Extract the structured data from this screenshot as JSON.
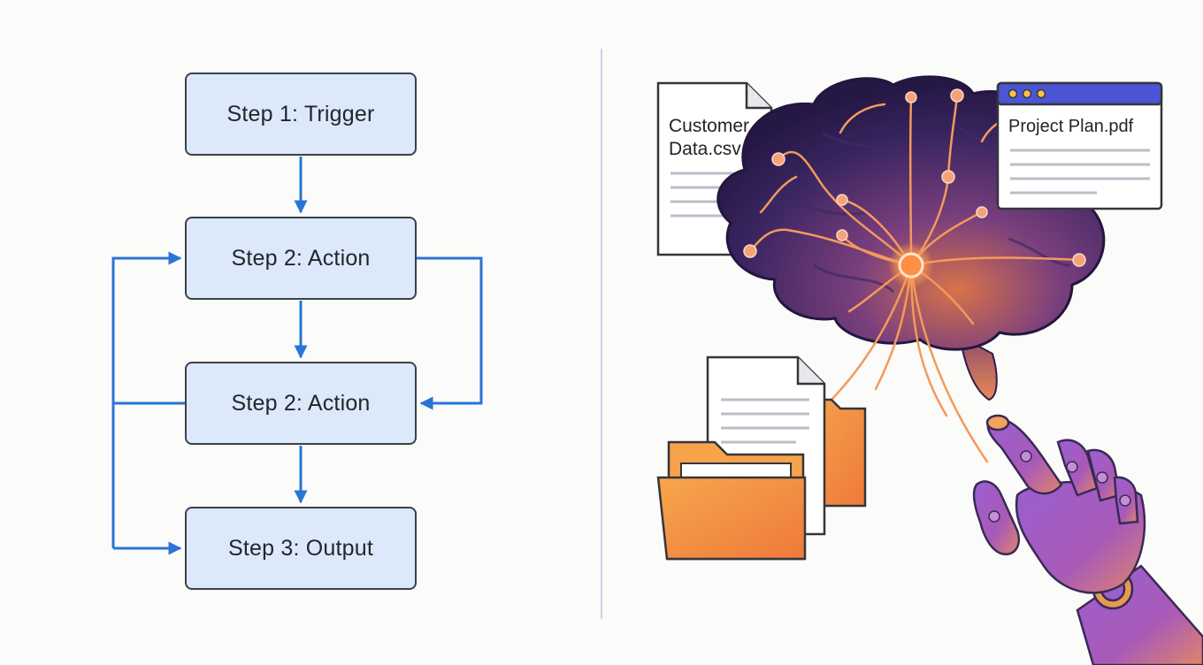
{
  "flowchart": {
    "steps": [
      {
        "label": "Step 1: Trigger"
      },
      {
        "label": "Step 2: Action"
      },
      {
        "label": "Step 2: Action"
      },
      {
        "label": "Step 3: Output"
      }
    ]
  },
  "illustration": {
    "csv_document_label_line1": "Customer",
    "csv_document_label_line2": "Data.csv",
    "pdf_window_title": "Project Plan.pdf"
  },
  "colors": {
    "flow_arrow": "#2a74d6",
    "flow_box_fill": "#dbe9fb",
    "brain_dark": "#2c1d4e",
    "neural_orange": "#f39a5b",
    "window_titlebar": "#4b55d6",
    "folder_orange": "#f39a45"
  }
}
